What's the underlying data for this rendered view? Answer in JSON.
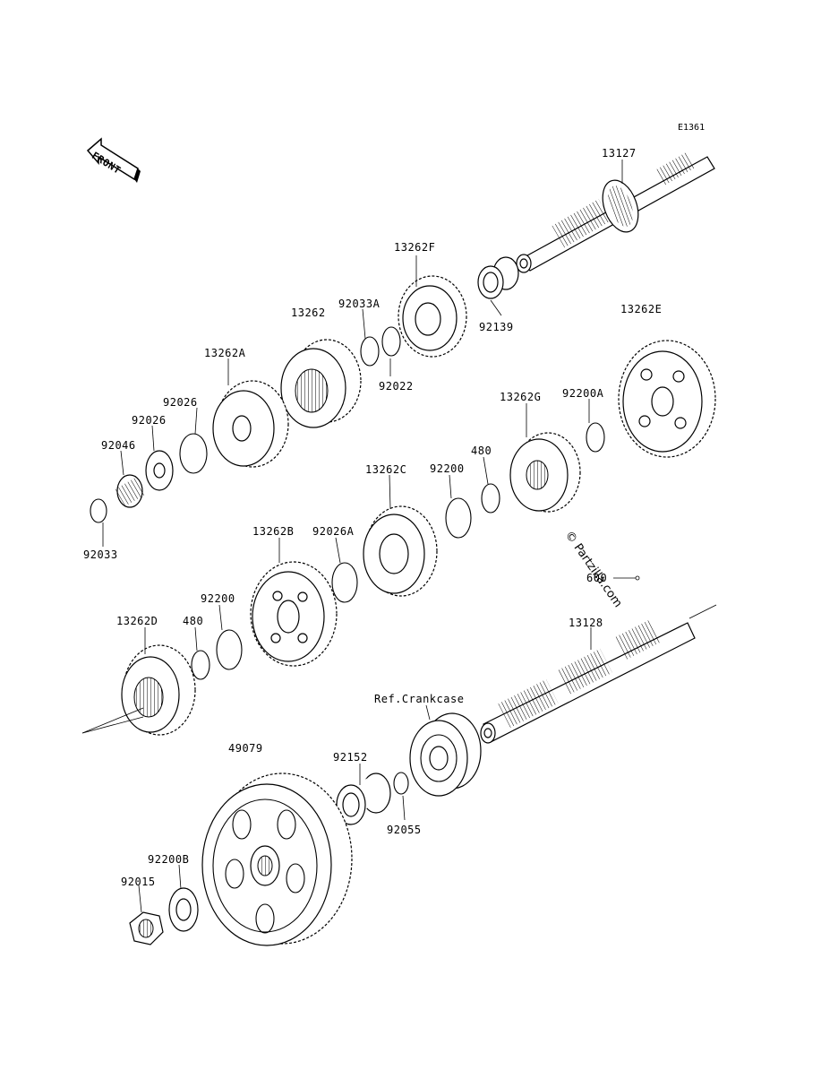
{
  "diagram_code": "E1361",
  "front_label": "FRONT",
  "watermark": "© Partzilla.com",
  "ref_note": "Ref.Crankcase",
  "footer": "",
  "parts": {
    "p13127": "13127",
    "p13262F": "13262F",
    "p13262": "13262",
    "p92033A": "92033A",
    "p92139": "92139",
    "p13262E": "13262E",
    "p13262A": "13262A",
    "p92022": "92022",
    "p92026a": "92026",
    "p92026b": "92026",
    "p92046": "92046",
    "p92033": "92033",
    "p13262G": "13262G",
    "p92200A": "92200A",
    "p480a": "480",
    "p92200a": "92200",
    "p13262C": "13262C",
    "p92026A": "92026A",
    "p13262B": "13262B",
    "p600": "600",
    "p92200b": "92200",
    "p480b": "480",
    "p13262D": "13262D",
    "p13128": "13128",
    "p49079": "49079",
    "p92152": "92152",
    "p92055": "92055",
    "p92200B": "92200B",
    "p92015": "92015"
  }
}
